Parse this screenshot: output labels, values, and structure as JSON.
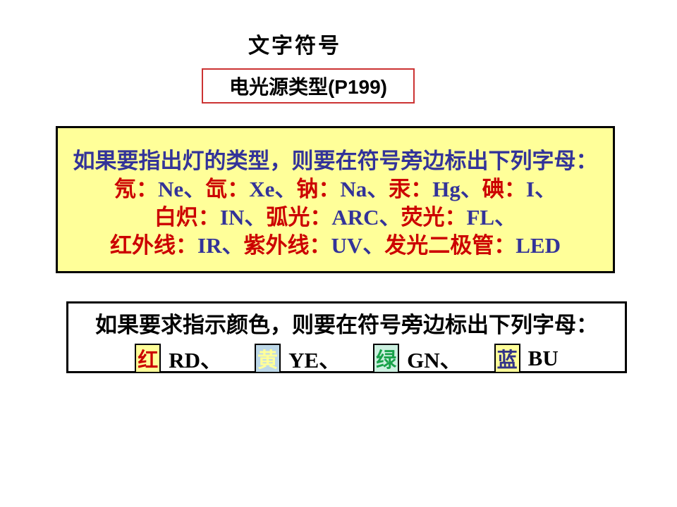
{
  "title": {
    "text": "文字符号"
  },
  "subtitle_box": {
    "label": "电光源类型(P199)",
    "border_color": "#cc3333"
  },
  "type_box": {
    "bg": "#ffff99",
    "intro": "如果要指出灯的类型，则要在符号旁边标出下列字母：",
    "lines": [
      [
        {
          "t": "氖：",
          "c": "red"
        },
        {
          "t": "Ne、",
          "c": "navy"
        },
        {
          "t": "氙：",
          "c": "red"
        },
        {
          "t": "Xe、",
          "c": "navy"
        },
        {
          "t": "钠：",
          "c": "red"
        },
        {
          "t": "Na、",
          "c": "navy"
        },
        {
          "t": "汞：",
          "c": "red"
        },
        {
          "t": "Hg、",
          "c": "navy"
        },
        {
          "t": "碘：",
          "c": "red"
        },
        {
          "t": "I、",
          "c": "navy"
        }
      ],
      [
        {
          "t": "白炽：",
          "c": "red"
        },
        {
          "t": "IN、",
          "c": "navy"
        },
        {
          "t": "弧光：",
          "c": "red"
        },
        {
          "t": "ARC、",
          "c": "navy"
        },
        {
          "t": "荧光：",
          "c": "red"
        },
        {
          "t": "FL、",
          "c": "navy"
        }
      ],
      [
        {
          "t": "红外线：",
          "c": "red"
        },
        {
          "t": "IR、",
          "c": "navy"
        },
        {
          "t": "紫外线：",
          "c": "red"
        },
        {
          "t": "UV、",
          "c": "navy"
        },
        {
          "t": "发光二极管：",
          "c": "red"
        },
        {
          "t": "LED",
          "c": "navy"
        }
      ]
    ]
  },
  "color_box": {
    "intro": "如果要求指示颜色，则要在符号旁边标出下列字母：",
    "entries": [
      {
        "char": "红",
        "char_color": "#cc0000",
        "bg": "#ffff99",
        "code": "RD、"
      },
      {
        "char": "黄",
        "char_color": "#ffff99",
        "bg": "#bdd8e8",
        "code": "YE、"
      },
      {
        "char": "绿",
        "char_color": "#19a24a",
        "bg": "#ccf0e0",
        "code": "GN、"
      },
      {
        "char": "蓝",
        "char_color": "#333388",
        "bg": "#ffff99",
        "code": "BU"
      }
    ]
  },
  "colors": {
    "red": "#cc0000",
    "navy": "#333399",
    "panel_yellow": "#ffff99",
    "panel_border": "#000000"
  }
}
